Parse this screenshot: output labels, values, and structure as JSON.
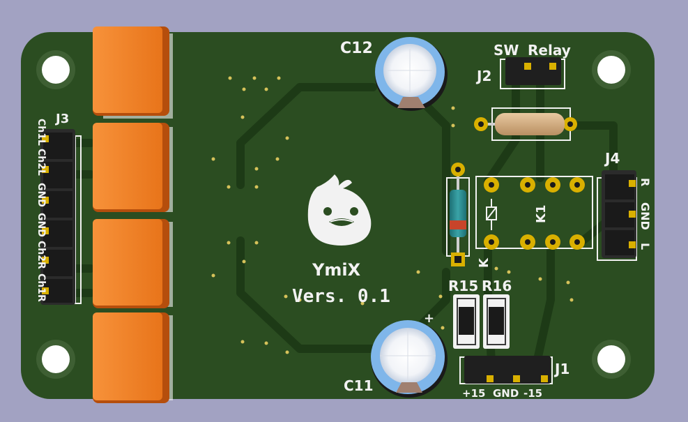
{
  "board": {
    "logo_name": "YmiX",
    "version": "Vers. 0.1"
  },
  "refs": {
    "c12": "C12",
    "c11": "C11",
    "j1": "J1",
    "j2": "J2",
    "j3": "J3",
    "j4": "J4",
    "k1": "K1",
    "r15": "R15",
    "r16": "R16",
    "k": "K"
  },
  "j2_labels": {
    "sw": "SW",
    "relay": "Relay"
  },
  "j1_labels": {
    "p15": "+15",
    "gnd": "GND",
    "m15": "-15"
  },
  "j3_pins": [
    "Ch1L",
    "Ch2L",
    "GND",
    "GND",
    "Ch2R",
    "Ch1R"
  ],
  "j4_pins": [
    "R",
    "GND",
    "L"
  ],
  "colors": {
    "background": "#a2a2c2",
    "pcb": "#2b4d21",
    "copper_trace": "#1f3b18",
    "silkscreen": "#f2f2f2",
    "pad_gold": "#d9b000",
    "jack_orange": "#f08224",
    "capacitor_blue": "#7fb6ea",
    "resistor_tan": "#d9b38a",
    "diode_teal": "#2b8a8f"
  }
}
